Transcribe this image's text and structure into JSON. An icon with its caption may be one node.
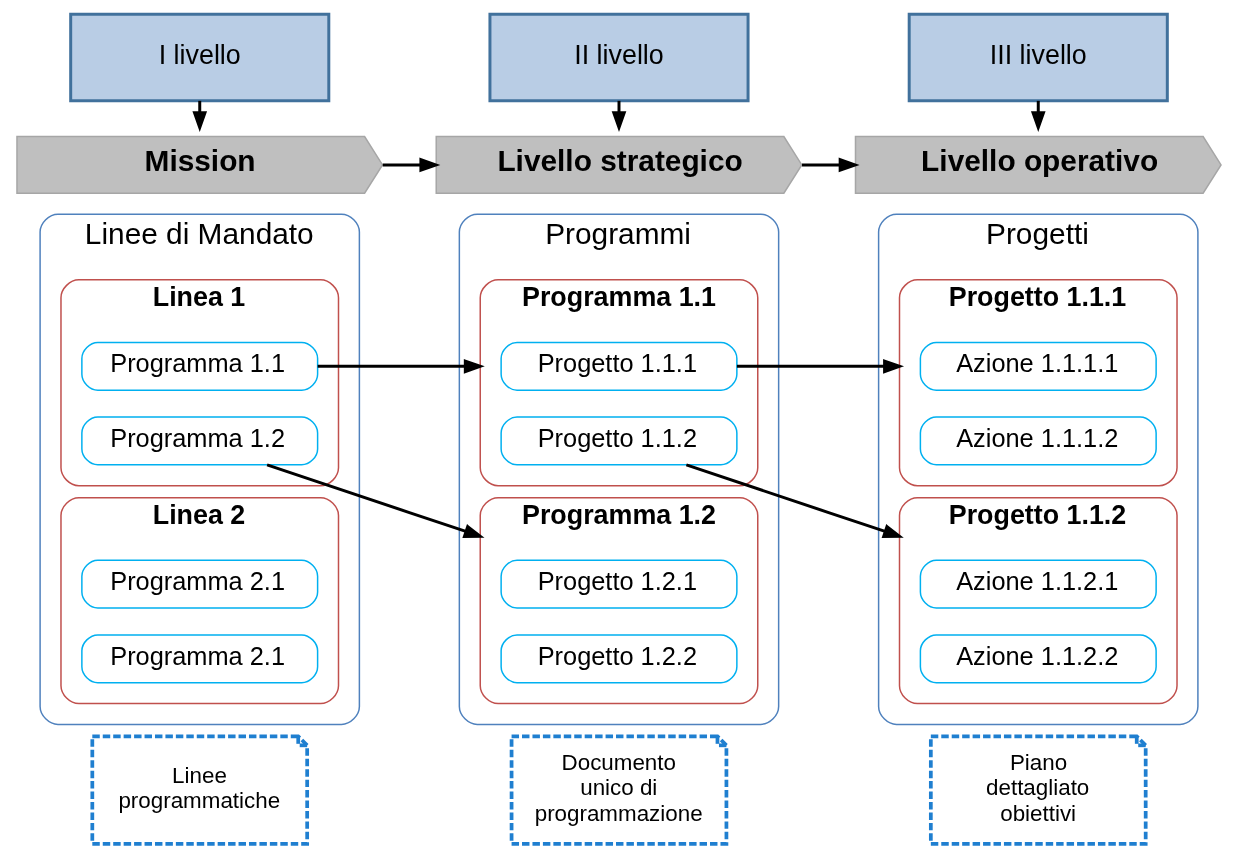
{
  "diagram": {
    "nodes": [
      {
        "text": [
          "I livello"
        ]
      },
      {
        "text": [
          "II livello"
        ]
      },
      {
        "text": [
          "III livello"
        ]
      },
      {
        "text": [
          "Mission"
        ]
      },
      {
        "text": [
          "Livello strategico"
        ]
      },
      {
        "text": [
          "Livello operativo"
        ]
      },
      {
        "text": [
          "Linee di Mandato"
        ]
      },
      {
        "text": [
          "Programmi"
        ]
      },
      {
        "text": [
          "Progetti"
        ]
      },
      {
        "text": [
          "Linea 1"
        ],
        "in": 6
      },
      {
        "text": [
          "Programma 1.1"
        ],
        "in": 7
      },
      {
        "text": [
          "Progetto 1.1.1"
        ],
        "in": 8
      },
      {
        "text": [
          "Linea 2"
        ],
        "in": 6
      },
      {
        "text": [
          "Programma 1.2"
        ],
        "in": 7
      },
      {
        "text": [
          "Progetto 1.1.2"
        ],
        "in": 8
      },
      {
        "text": [
          "Programma 1.1"
        ],
        "in": 9
      },
      {
        "text": [
          "Progetto 1.1.1"
        ],
        "in": 10
      },
      {
        "text": [
          "Azione 1.1.1.1"
        ],
        "in": 11
      },
      {
        "text": [
          "Programma 1.2"
        ],
        "in": 9
      },
      {
        "text": [
          "Progetto 1.1.2"
        ],
        "in": 10
      },
      {
        "text": [
          "Azione 1.1.1.2"
        ],
        "in": 11
      },
      {
        "text": [
          "Programma 2.1"
        ],
        "in": 12
      },
      {
        "text": [
          "Progetto 1.2.1"
        ],
        "in": 13
      },
      {
        "text": [
          "Azione 1.1.2.1"
        ],
        "in": 14
      },
      {
        "text": [
          "Programma 2.1"
        ],
        "in": 12
      },
      {
        "text": [
          "Progetto 1.2.2"
        ],
        "in": 13
      },
      {
        "text": [
          "Azione 1.1.2.2"
        ],
        "in": 14
      },
      {
        "text": [
          "Linee programmatiche"
        ]
      },
      {
        "text": [
          "Documento unico di programmazione"
        ]
      },
      {
        "text": [
          "Piano dettagliato obiettivi"
        ]
      }
    ],
    "edges": [
      {
        "from": 0,
        "to": 3,
        "arrow": "to"
      },
      {
        "from": 1,
        "to": 4,
        "arrow": "to"
      },
      {
        "from": 2,
        "to": 5,
        "arrow": "to"
      },
      {
        "from": 3,
        "to": 4,
        "arrow": "to"
      },
      {
        "from": 4,
        "to": 5,
        "arrow": "to"
      },
      {
        "from": 15,
        "to": 10,
        "arrow": "to"
      },
      {
        "from": 18,
        "to": 13,
        "arrow": "to"
      },
      {
        "from": 16,
        "to": 11,
        "arrow": "to"
      },
      {
        "from": 19,
        "to": 14,
        "arrow": "to"
      }
    ]
  }
}
